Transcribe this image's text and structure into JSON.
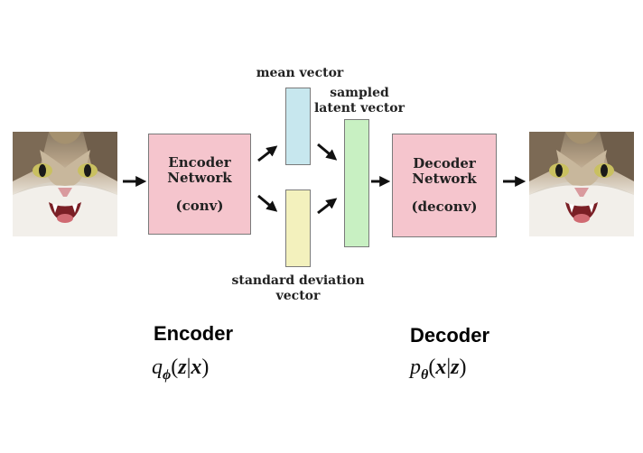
{
  "diagram": {
    "encoder_box": {
      "line1": "Encoder",
      "line2": "Network",
      "line3": "(conv)",
      "color": "#f5c5cd"
    },
    "decoder_box": {
      "line1": "Decoder",
      "line2": "Network",
      "line3": "(deconv)",
      "color": "#f5c5cd"
    },
    "mean_vector": {
      "label": "mean vector",
      "color": "#c7e7ee"
    },
    "std_vector": {
      "label_line1": "standard deviation",
      "label_line2": "vector",
      "color": "#f3f1bd"
    },
    "latent_vector": {
      "label_line1": "sampled",
      "label_line2": "latent vector",
      "color": "#c8f0c2"
    },
    "input_image": {
      "icon": "cat-face-image"
    },
    "output_image": {
      "icon": "cat-face-image"
    }
  },
  "captions": {
    "encoder_title": "Encoder",
    "decoder_title": "Decoder",
    "encoder_math": {
      "base": "q",
      "subscript": "ϕ",
      "open": "(",
      "z": "z",
      "bar": "|",
      "x": "x",
      "close": ")"
    },
    "decoder_math": {
      "base": "p",
      "subscript": "θ",
      "open": "(",
      "x": "x",
      "bar": "|",
      "z": "z",
      "close": ")"
    }
  }
}
